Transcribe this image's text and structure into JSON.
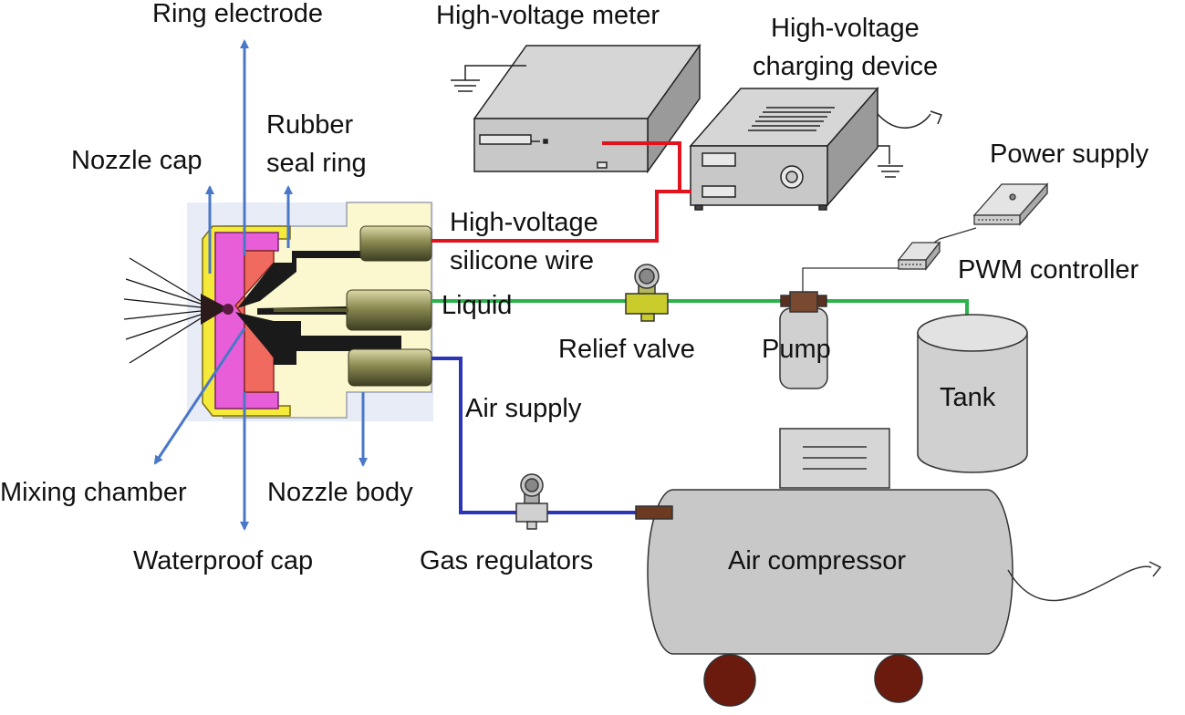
{
  "labels": {
    "ring_electrode": "Ring electrode",
    "high_voltage_meter": "High-voltage meter",
    "high_voltage_charging_device_line1": "High-voltage",
    "high_voltage_charging_device_line2": "charging device",
    "rubber_seal_ring_line1": "Rubber",
    "rubber_seal_ring_line2": "seal ring",
    "nozzle_cap": "Nozzle cap",
    "power_supply": "Power supply",
    "high_voltage_silicone_wire_line1": "High-voltage",
    "high_voltage_silicone_wire_line2": "silicone wire",
    "pwm_controller": "PWM controller",
    "liquid": "Liquid",
    "relief_valve": "Relief valve",
    "pump": "Pump",
    "tank": "Tank",
    "air_supply": "Air supply",
    "mixing_chamber": "Mixing chamber",
    "nozzle_body": "Nozzle body",
    "waterproof_cap": "Waterproof cap",
    "gas_regulators": "Gas regulators",
    "air_compressor": "Air compressor"
  },
  "colors": {
    "high_voltage_wire": "#e0141e",
    "liquid_line": "#2bb24a",
    "air_line": "#2b35b5",
    "pointer_arrow": "#4a78c8",
    "nozzle_body": "#fbf7cf",
    "nozzle_cap": "#f5ea3a",
    "waterproof_cap": "#e85ed8",
    "ring_electrode": "#f06a60",
    "equipment_gray": "#c8c8c8",
    "compressor_wheels": "#6b1a0e"
  }
}
